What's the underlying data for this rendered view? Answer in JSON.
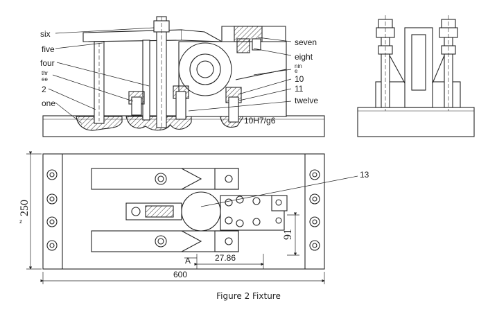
{
  "figure": {
    "caption": "Figure 2 Fixture"
  },
  "front_view_labels": {
    "one": "one",
    "two": "2",
    "three_a": "thr",
    "three_b": "ee",
    "four": "four",
    "five": "five",
    "six": "six",
    "seven": "seven",
    "eight": "eight",
    "nine_a": "nin",
    "nine_b": "e",
    "ten": "10",
    "eleven": "11",
    "twelve": "twelve",
    "fit": "10H7/g6"
  },
  "plan_view_labels": {
    "thirteen": "13",
    "a_mark": "A",
    "dim_2786": "27.86",
    "dim_600": "600",
    "dim_250": "250",
    "dim_250_sub": "z",
    "dim_91": "91"
  }
}
